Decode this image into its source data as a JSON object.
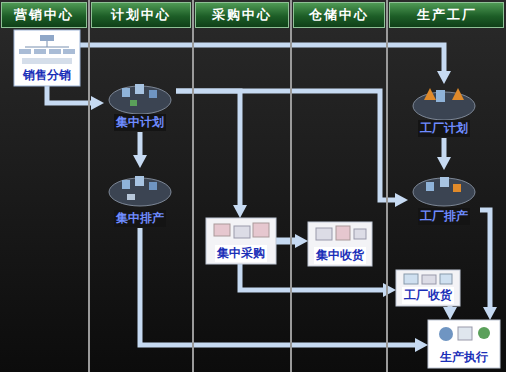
{
  "diagram": {
    "nodes": [
      {
        "text": [
          "营销中心"
        ]
      },
      {
        "text": [
          "计划中心"
        ]
      },
      {
        "text": [
          "采购中心"
        ]
      },
      {
        "text": [
          "仓储中心"
        ]
      },
      {
        "text": [
          "生产工厂"
        ]
      },
      {
        "text": [
          "销售分销"
        ]
      },
      {
        "text": [
          "集中计划"
        ]
      },
      {
        "text": [
          "工厂计划"
        ]
      },
      {
        "text": [
          "集中排产"
        ]
      },
      {
        "text": [
          "工厂排产"
        ]
      },
      {
        "text": [
          "集中采购"
        ]
      },
      {
        "text": [
          "集中收货"
        ]
      },
      {
        "text": [
          "工厂收货"
        ]
      },
      {
        "text": [
          "生产执行"
        ]
      }
    ],
    "edges": [
      {
        "from": 5,
        "to": 7,
        "arrow": "to"
      },
      {
        "from": 5,
        "to": 6,
        "arrow": "to"
      },
      {
        "from": 6,
        "to": 8,
        "arrow": "to"
      },
      {
        "from": 6,
        "to": 10,
        "arrow": "to"
      },
      {
        "from": 6,
        "to": 9,
        "arrow": "to"
      },
      {
        "from": 7,
        "to": 9,
        "arrow": "to"
      },
      {
        "from": 10,
        "to": 11,
        "arrow": "to"
      },
      {
        "from": 10,
        "to": 12,
        "arrow": "to"
      },
      {
        "from": 8,
        "to": 13,
        "arrow": "to"
      },
      {
        "from": 9,
        "to": 13,
        "arrow": "to"
      },
      {
        "from": 12,
        "to": 13,
        "arrow": "to"
      }
    ]
  }
}
